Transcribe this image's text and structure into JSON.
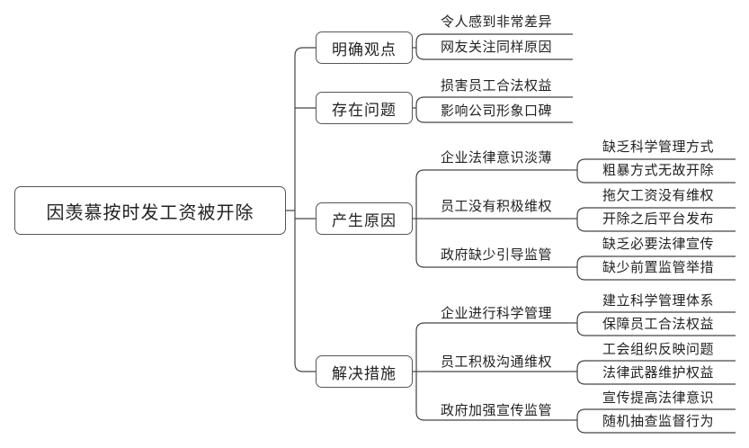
{
  "root": "因羡慕按时发工资被开除",
  "branches": [
    {
      "label": "明确观点",
      "items": [
        {
          "label": "令人感到非常差异"
        },
        {
          "label": "网友关注同样原因"
        }
      ]
    },
    {
      "label": "存在问题",
      "items": [
        {
          "label": "损害员工合法权益"
        },
        {
          "label": "影响公司形象口碑"
        }
      ]
    },
    {
      "label": "产生原因",
      "items": [
        {
          "label": "企业法律意识淡薄",
          "children": [
            "缺乏科学管理方式",
            "粗暴方式无故开除"
          ]
        },
        {
          "label": "员工没有积极维权",
          "children": [
            "拖欠工资没有维权",
            "开除之后平台发布"
          ]
        },
        {
          "label": "政府缺少引导监管",
          "children": [
            "缺乏必要法律宣传",
            "缺少前置监管举措"
          ]
        }
      ]
    },
    {
      "label": "解决措施",
      "items": [
        {
          "label": "企业进行科学管理",
          "children": [
            "建立科学管理体系",
            "保障员工合法权益"
          ]
        },
        {
          "label": "员工积极沟通维权",
          "children": [
            "工会组织反映问题",
            "法律武器维护权益"
          ]
        },
        {
          "label": "政府加强宣传监管",
          "children": [
            "宣传提高法律意识",
            "随机抽查监督行为"
          ]
        }
      ]
    }
  ]
}
